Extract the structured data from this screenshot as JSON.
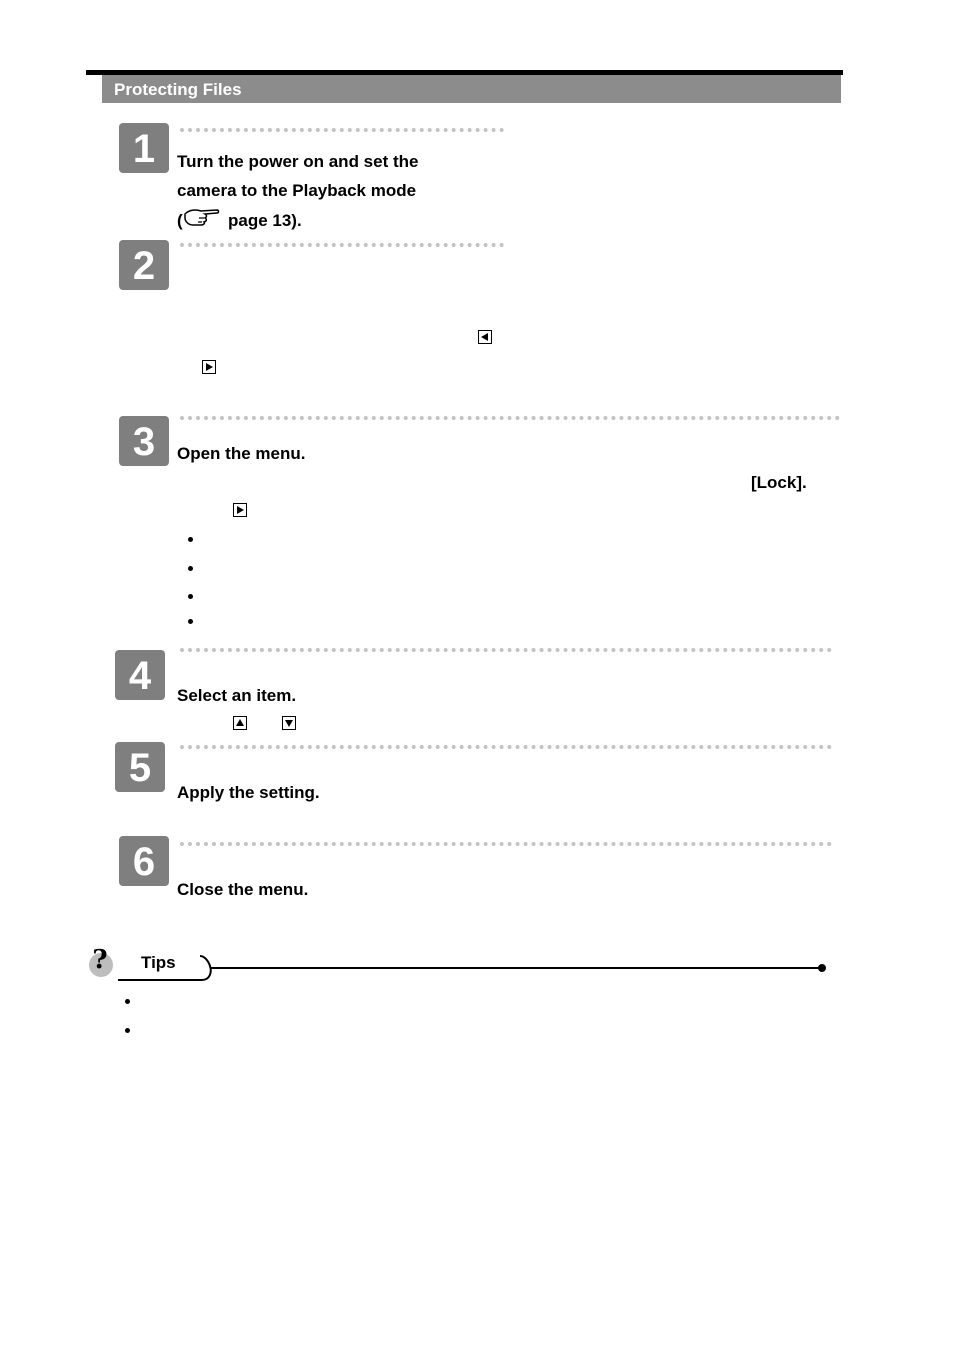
{
  "header": {
    "title": "Protecting Files"
  },
  "steps": [
    {
      "number": "1",
      "lines": [
        "Turn the power on and set the",
        "camera to the Playback mode"
      ],
      "ref_page": "page 13).",
      "ref_open": "("
    },
    {
      "number": "2"
    },
    {
      "number": "3",
      "line1": "Open the menu.",
      "lock": "[Lock]."
    },
    {
      "number": "4",
      "line1": "Select an item."
    },
    {
      "number": "5",
      "line1": "Apply the setting."
    },
    {
      "number": "6",
      "line1": "Close the menu."
    }
  ],
  "icons": {
    "pointing_hand": "pointing-hand-icon",
    "left_button": "left-arrow-button-icon",
    "right_button": "right-arrow-button-icon",
    "up_button": "up-arrow-button-icon",
    "down_button": "down-arrow-button-icon",
    "tips": "question-mark-icon"
  },
  "tips": {
    "label": "Tips"
  },
  "colors": {
    "header_bg": "#8c8c8c",
    "step_badge": "#7f7f7f",
    "dots": "#c4c4c4"
  }
}
